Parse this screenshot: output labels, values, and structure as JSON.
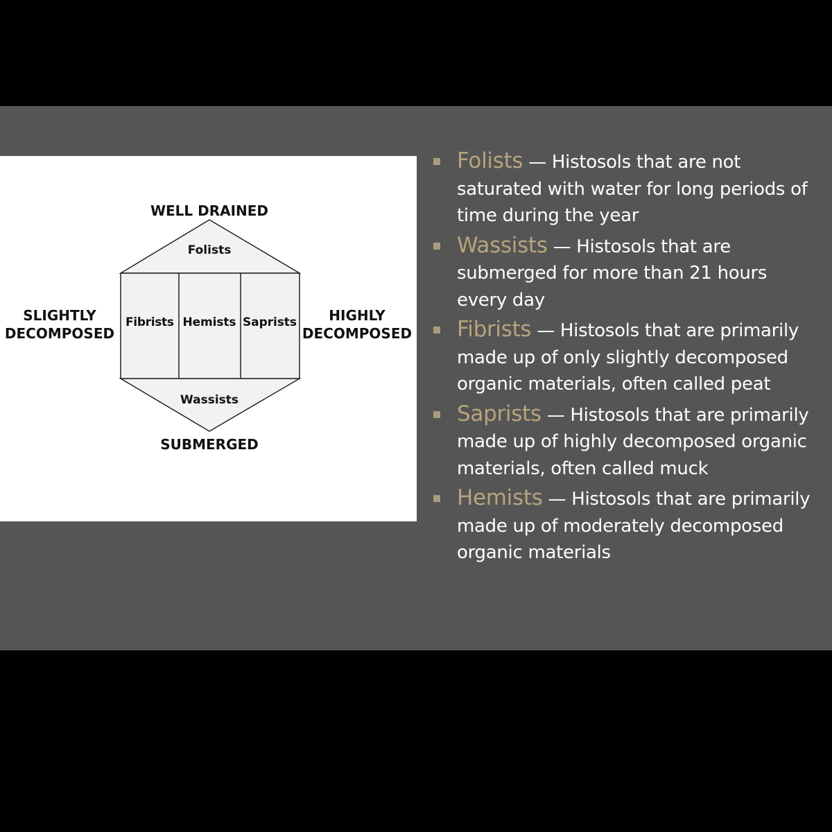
{
  "colors": {
    "background": "#000000",
    "slide_background": "#555555",
    "diagram_background": "#ffffff",
    "shape_fill": "#f2f2f2",
    "term_color": "#b8a47c",
    "bullet_color": "#a99c7d",
    "text_color": "#ffffff"
  },
  "diagram": {
    "top_label": "WELL DRAINED",
    "bottom_label": "SUBMERGED",
    "left_label_line1": "SLIGHTLY",
    "left_label_line2": "DECOMPOSED",
    "right_label_line1": "HIGHLY",
    "right_label_line2": "DECOMPOSED",
    "top_cell": "Folists",
    "middle_cells": [
      "Fibrists",
      "Hemists",
      "Saprists"
    ],
    "bottom_cell": "Wassists"
  },
  "bullets": [
    {
      "term": "Folists",
      "desc": " — Histosols that are not saturated with water for long periods of time during the year"
    },
    {
      "term": "Wassists",
      "desc": " — Histosols that are submerged for more than 21 hours every day"
    },
    {
      "term": "Fibrists",
      "desc": " — Histosols that are primarily made up of only slightly decomposed organic materials, often called peat"
    },
    {
      "term": "Saprists",
      "desc": " — Histosols that are primarily made up of highly decomposed organic materials, often called muck"
    },
    {
      "term": "Hemists",
      "desc": " — Histosols that are primarily made up of moderately decomposed organic materials"
    }
  ]
}
